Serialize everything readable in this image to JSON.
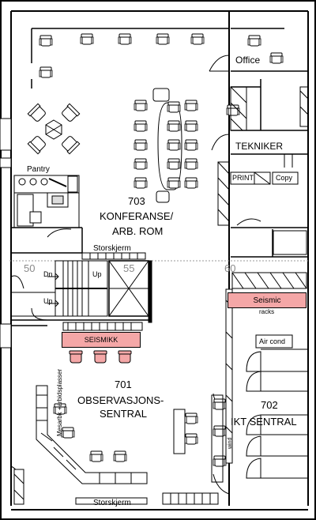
{
  "rooms": {
    "conference": {
      "number": "703",
      "name_line1": "KONFERANSE/",
      "name_line2": "ARB. ROM"
    },
    "observation": {
      "number": "701",
      "name_line1": "OBSERVASJONS-",
      "name_line2": "SENTRAL"
    },
    "ict": {
      "number": "702",
      "name": "IKT SENTRAL"
    }
  },
  "labels": {
    "office": "Office",
    "tekniker": "TEKNIKER",
    "print": "PRINT",
    "copy": "Copy",
    "pantry": "Pantry",
    "screen_top": "Storskjerm",
    "screen_bottom": "Storskjerm",
    "grid_50": "50",
    "grid_55": "55",
    "grid_60": "60",
    "stairs_dn": "Dn",
    "stairs_up1": "Up",
    "stairs_up2": "Up",
    "seismikk": "SEISMIKK",
    "seismic_racks_line1": "Seismic",
    "seismic_racks_line2": "racks",
    "air_cond": "Air cond",
    "vertical_note": "Mesarbk +arbidsplasser",
    "vertical_small": "wind"
  },
  "colors": {
    "highlight": "#f4a7a7",
    "wall": "#000000",
    "gridline": "#9a9a9a"
  }
}
